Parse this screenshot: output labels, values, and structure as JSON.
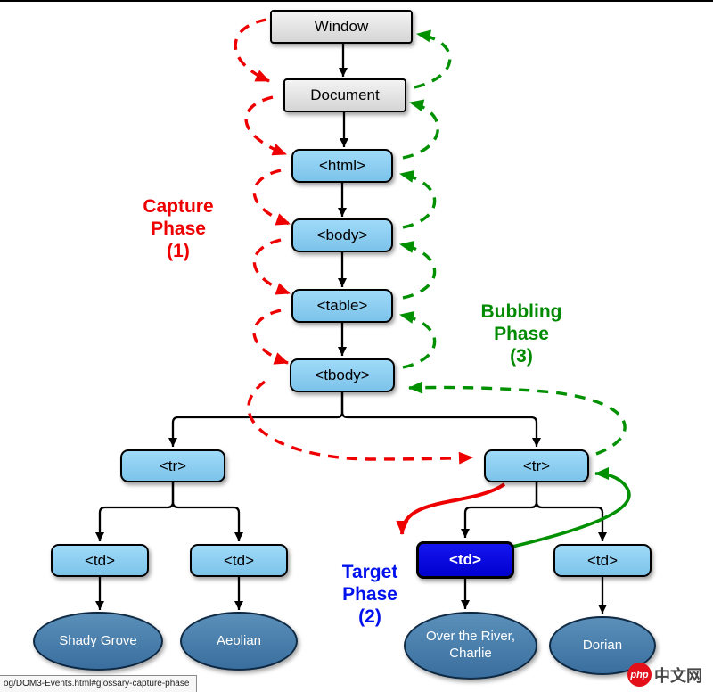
{
  "nodes": {
    "window": "Window",
    "document": "Document",
    "html": "<html>",
    "body": "<body>",
    "table": "<table>",
    "tbody": "<tbody>",
    "tr_left": "<tr>",
    "tr_right": "<tr>",
    "td_left_1": "<td>",
    "td_left_2": "<td>",
    "td_target": "<td>",
    "td_right_2": "<td>",
    "leaf_shady_grove": "Shady Grove",
    "leaf_aeolian": "Aeolian",
    "leaf_over_the_river": "Over the River, Charlie",
    "leaf_dorian": "Dorian"
  },
  "phases": {
    "capture": "Capture\nPhase\n(1)",
    "bubbling": "Bubbling\nPhase\n(3)",
    "target": "Target\nPhase\n(2)"
  },
  "status_bar": {
    "link_text": "og/DOM3-Events.html#glossary-capture-phase"
  },
  "watermark": {
    "php": "php",
    "suffix": "中文网"
  },
  "colors": {
    "capture_arrow": "#ee0000",
    "bubbling_arrow": "#009000",
    "target_label": "#0011ee",
    "node_fill": "#8ed1f3",
    "gray_fill": "#e2e2e2",
    "target_fill": "#0000d8",
    "leaf_fill": "#44799f"
  }
}
